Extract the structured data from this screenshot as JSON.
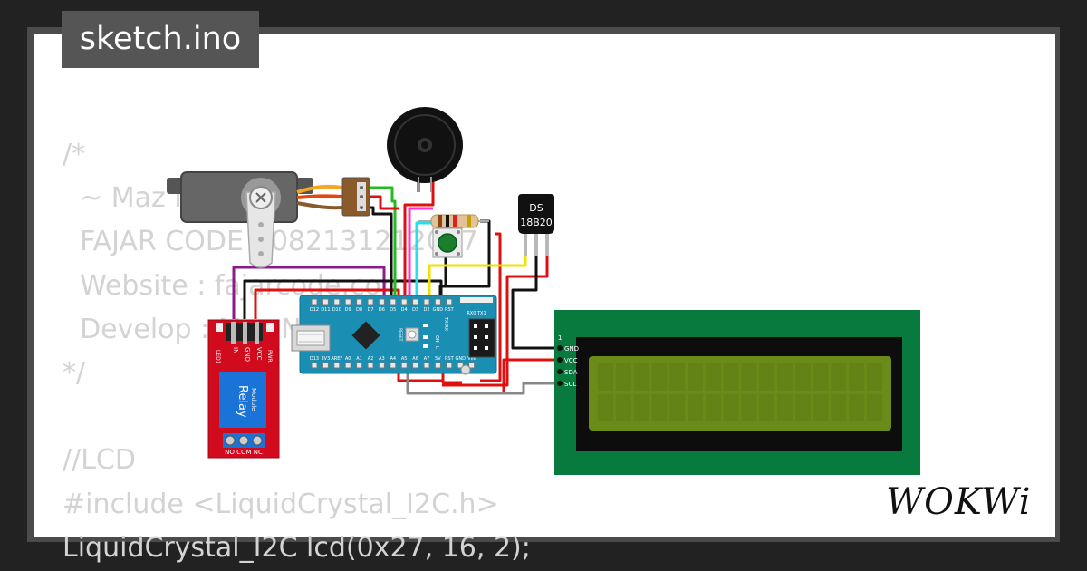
{
  "title": "sketch.ino",
  "code_lines": [
    "/*",
    "  ~ Maz N",
    "  FAJAR CODE - 082131212017",
    "  Website : fajarcode.com",
    "  Develop : Maz N",
    "*/",
    "",
    "//LCD",
    "#include <LiquidCrystal_I2C.h>",
    "LiquidCrystal_I2C lcd(0x27, 16, 2);"
  ],
  "components": {
    "sensor": {
      "line1": "DS",
      "line2": "18B20"
    },
    "relay": {
      "label": "Relay",
      "sublabel": "Module",
      "pins": [
        "IN",
        "GND",
        "VCC"
      ],
      "led1": "LED1",
      "pwr": "PWR",
      "terminals": "NO COM NC"
    },
    "lcd": {
      "pins": [
        "GND",
        "VCC",
        "SDA",
        "SCL"
      ],
      "pin1": "1"
    },
    "nano": {
      "top_pins": [
        "D12",
        "D11",
        "D10",
        "D9",
        "D8",
        "D7",
        "D6",
        "D5",
        "D4",
        "D3",
        "D2",
        "GND",
        "RST"
      ],
      "bottom_pins": [
        "D13",
        "3V3",
        "AREF",
        "A0",
        "A1",
        "A2",
        "A3",
        "A4",
        "A5",
        "A6",
        "A7",
        "5V",
        "RST",
        "GND",
        "VIN"
      ],
      "rx0tx1": "RX0 TX1",
      "txrx": "TX RX",
      "on": "ON",
      "l": "L",
      "reset": "RESET"
    }
  },
  "brand": "WOKWi"
}
